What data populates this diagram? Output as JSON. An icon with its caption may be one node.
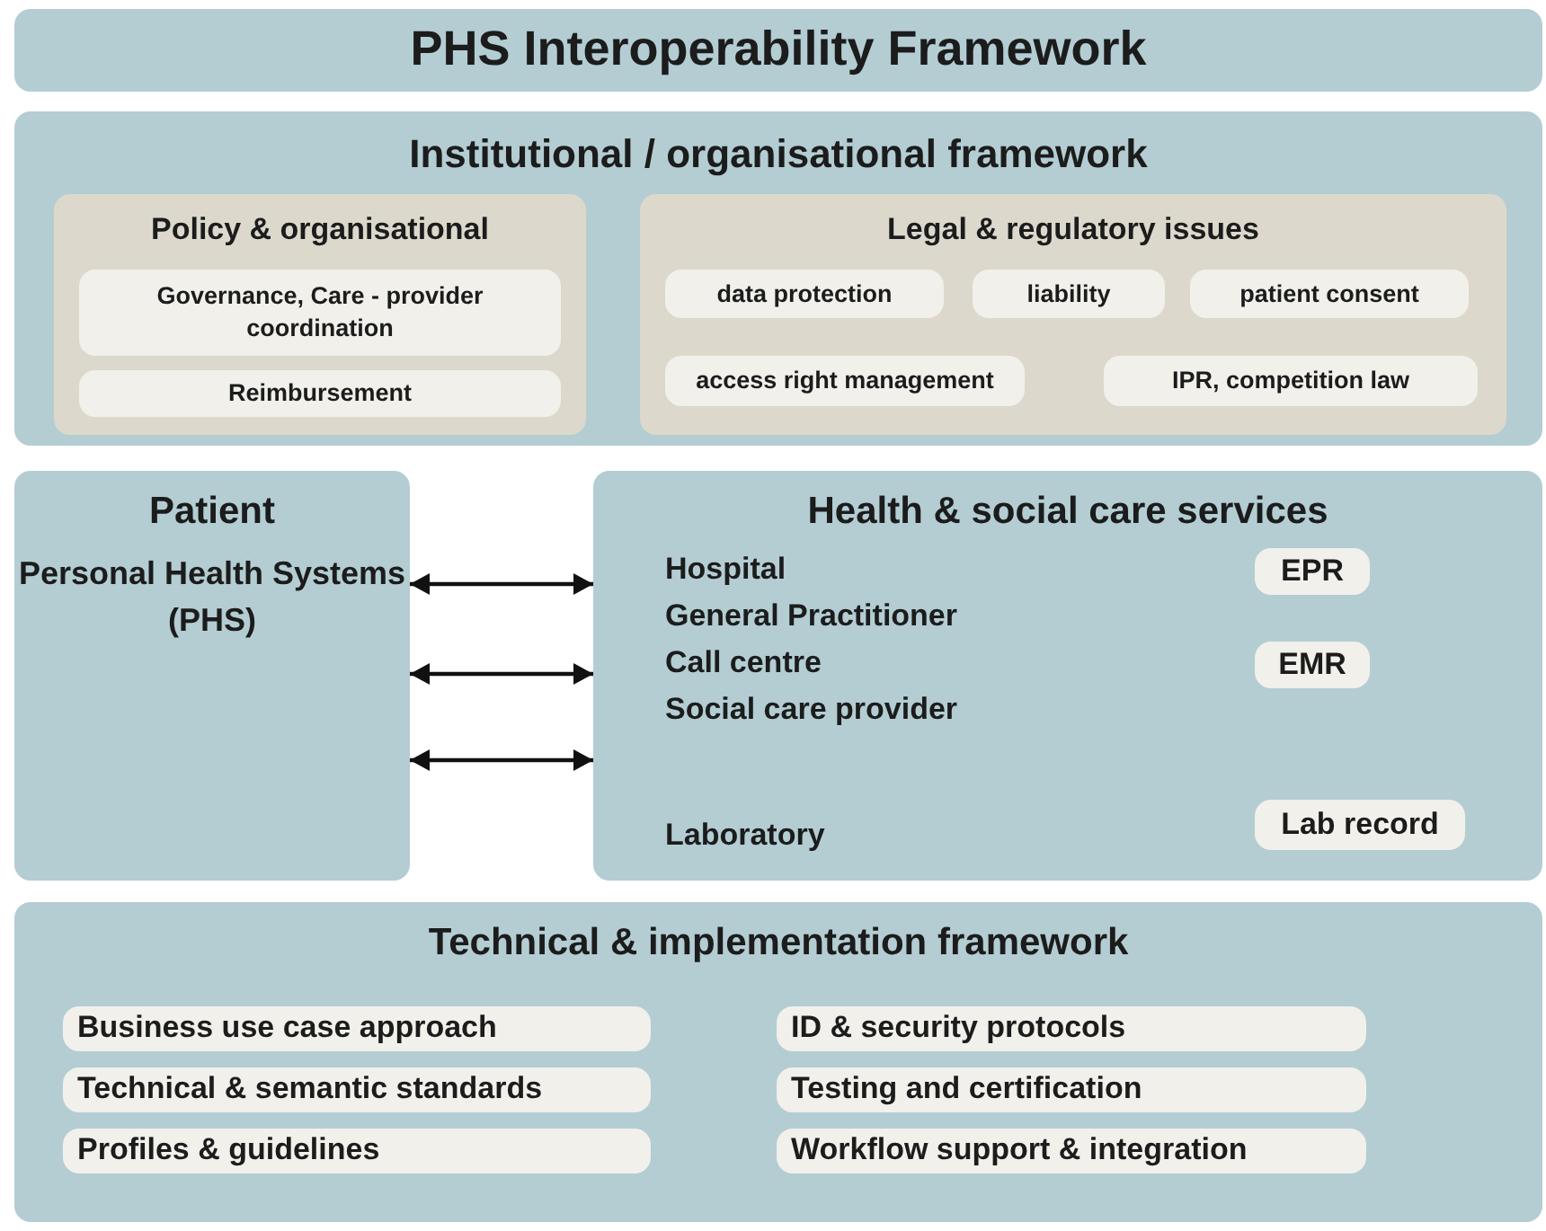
{
  "diagram": {
    "nodes": [
      {
        "text": [
          "PHS Interoperability Framework"
        ]
      },
      {
        "text": [
          "Institutional / organisational framework"
        ]
      },
      {
        "text": [
          "Policy & organisational"
        ],
        "in": 1
      },
      {
        "text": [
          "Governance, Care - provider coordination"
        ],
        "in": 2
      },
      {
        "text": [
          "Reimbursement"
        ],
        "in": 2
      },
      {
        "text": [
          "Legal & regulatory issues"
        ],
        "in": 1
      },
      {
        "text": [
          "data protection"
        ],
        "in": 5
      },
      {
        "text": [
          "liability"
        ],
        "in": 5
      },
      {
        "text": [
          "patient consent"
        ],
        "in": 5
      },
      {
        "text": [
          "access right management"
        ],
        "in": 5
      },
      {
        "text": [
          "IPR, competition law"
        ],
        "in": 5
      },
      {
        "text": [
          "Patient",
          "Personal Health Systems (PHS)"
        ]
      },
      {
        "text": [
          "Health & social care services",
          "Hospital",
          "General Practitioner",
          "Call centre",
          "Social care provider",
          "Laboratory"
        ]
      },
      {
        "text": [
          "EPR"
        ],
        "in": 12
      },
      {
        "text": [
          "EMR"
        ],
        "in": 12
      },
      {
        "text": [
          "Lab record"
        ],
        "in": 12
      },
      {
        "text": [
          "Technical & implementation framework"
        ]
      },
      {
        "text": [
          "Business use case approach"
        ],
        "in": 16
      },
      {
        "text": [
          "ID & security protocols"
        ],
        "in": 16
      },
      {
        "text": [
          "Technical & semantic standards"
        ],
        "in": 16
      },
      {
        "text": [
          "Testing and certification"
        ],
        "in": 16
      },
      {
        "text": [
          "Profiles & guidelines"
        ],
        "in": 16
      },
      {
        "text": [
          "Workflow support & integration"
        ],
        "in": 16
      }
    ],
    "edges": [
      {
        "from": 11,
        "to": 12,
        "arrow": "both"
      },
      {
        "from": 11,
        "to": 12,
        "arrow": "both"
      },
      {
        "from": 11,
        "to": 12,
        "arrow": "both"
      }
    ]
  }
}
